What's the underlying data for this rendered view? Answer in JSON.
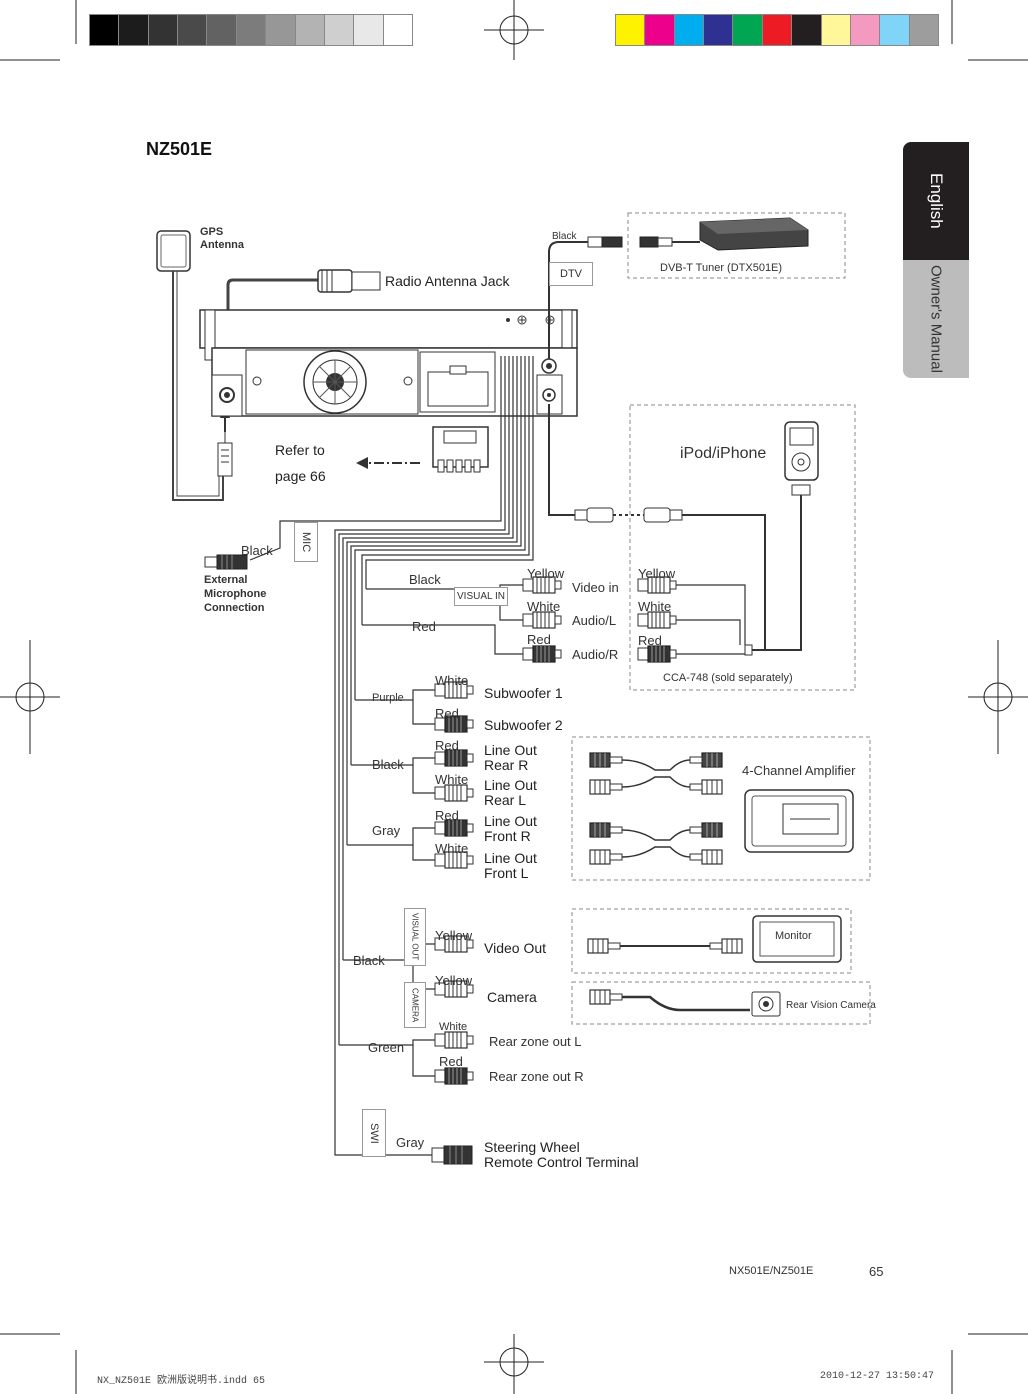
{
  "color_bar_gray": [
    "#000000",
    "#1c1c1c",
    "#333333",
    "#4a4a4a",
    "#626262",
    "#7c7c7c",
    "#979797",
    "#b3b3b3",
    "#cfcfcf",
    "#e8e8e8",
    "#ffffff"
  ],
  "color_bar_color": [
    "#fff200",
    "#ec008c",
    "#00aeef",
    "#2e3192",
    "#00a651",
    "#ed1c24",
    "#231f20",
    "#fff799",
    "#f49ac1",
    "#7fd4f7",
    "#9d9d9d"
  ],
  "side_tab": {
    "language": "English",
    "section": "Owner's Manual"
  },
  "page_title": "NZ501E",
  "top_section": {
    "gps_antenna": "GPS\nAntenna",
    "radio_antenna": "Radio Antenna Jack",
    "dtv_wire_color": "Black",
    "dtv_tag": "DTV",
    "dvb_tuner": "DVB-T Tuner (DTX501E)",
    "refer_to": "Refer to",
    "refer_page": "page 66",
    "ipod": "iPod/iPhone"
  },
  "mic": {
    "tag": "MIC",
    "wire_color": "Black",
    "label": "External\nMicrophone\nConnection"
  },
  "visual_in": {
    "tag": "VISUAL IN",
    "wire_black": "Black",
    "wire_red": "Red",
    "plug_yellow": "Yellow",
    "plug_white": "White",
    "plug_red": "Red",
    "video_in": "Video in",
    "audio_l": "Audio/L",
    "audio_r": "Audio/R",
    "cca_yellow": "Yellow",
    "cca_white": "White",
    "cca_red": "Red",
    "cca_label": "CCA-748 (sold separately)"
  },
  "subwoofer": {
    "wire": "Purple",
    "white": "White",
    "red": "Red",
    "sub1": "Subwoofer 1",
    "sub2": "Subwoofer 2"
  },
  "line_out": {
    "wire_black": "Black",
    "wire_gray": "Gray",
    "red1": "Red",
    "white1": "White",
    "red2": "Red",
    "white2": "White",
    "rear_r": "Line Out\nRear R",
    "rear_l": "Line Out\nRear L",
    "front_r": "Line Out\nFront R",
    "front_l": "Line Out\nFront L",
    "amplifier": "4-Channel Amplifier"
  },
  "video_out": {
    "wire": "Black",
    "tag_visual_out": "VISUAL OUT",
    "tag_camera": "CAMERA",
    "yellow1": "Yellow",
    "yellow2": "Yellow",
    "video_out": "Video Out",
    "camera": "Camera",
    "monitor": "Monitor",
    "rear_camera": "Rear Vision Camera"
  },
  "rear_zone": {
    "wire": "Green",
    "white": "White",
    "red": "Red",
    "out_l": "Rear zone out L",
    "out_r": "Rear zone out R"
  },
  "swi": {
    "tag": "SWI",
    "wire": "Gray",
    "label": "Steering Wheel\nRemote Control Terminal"
  },
  "page_footer": {
    "model": "NX501E/NZ501E",
    "page_number": "65",
    "file": "NX_NZ501E 欧洲版说明书.indd   65",
    "timestamp": "2010-12-27   13:50:47"
  }
}
